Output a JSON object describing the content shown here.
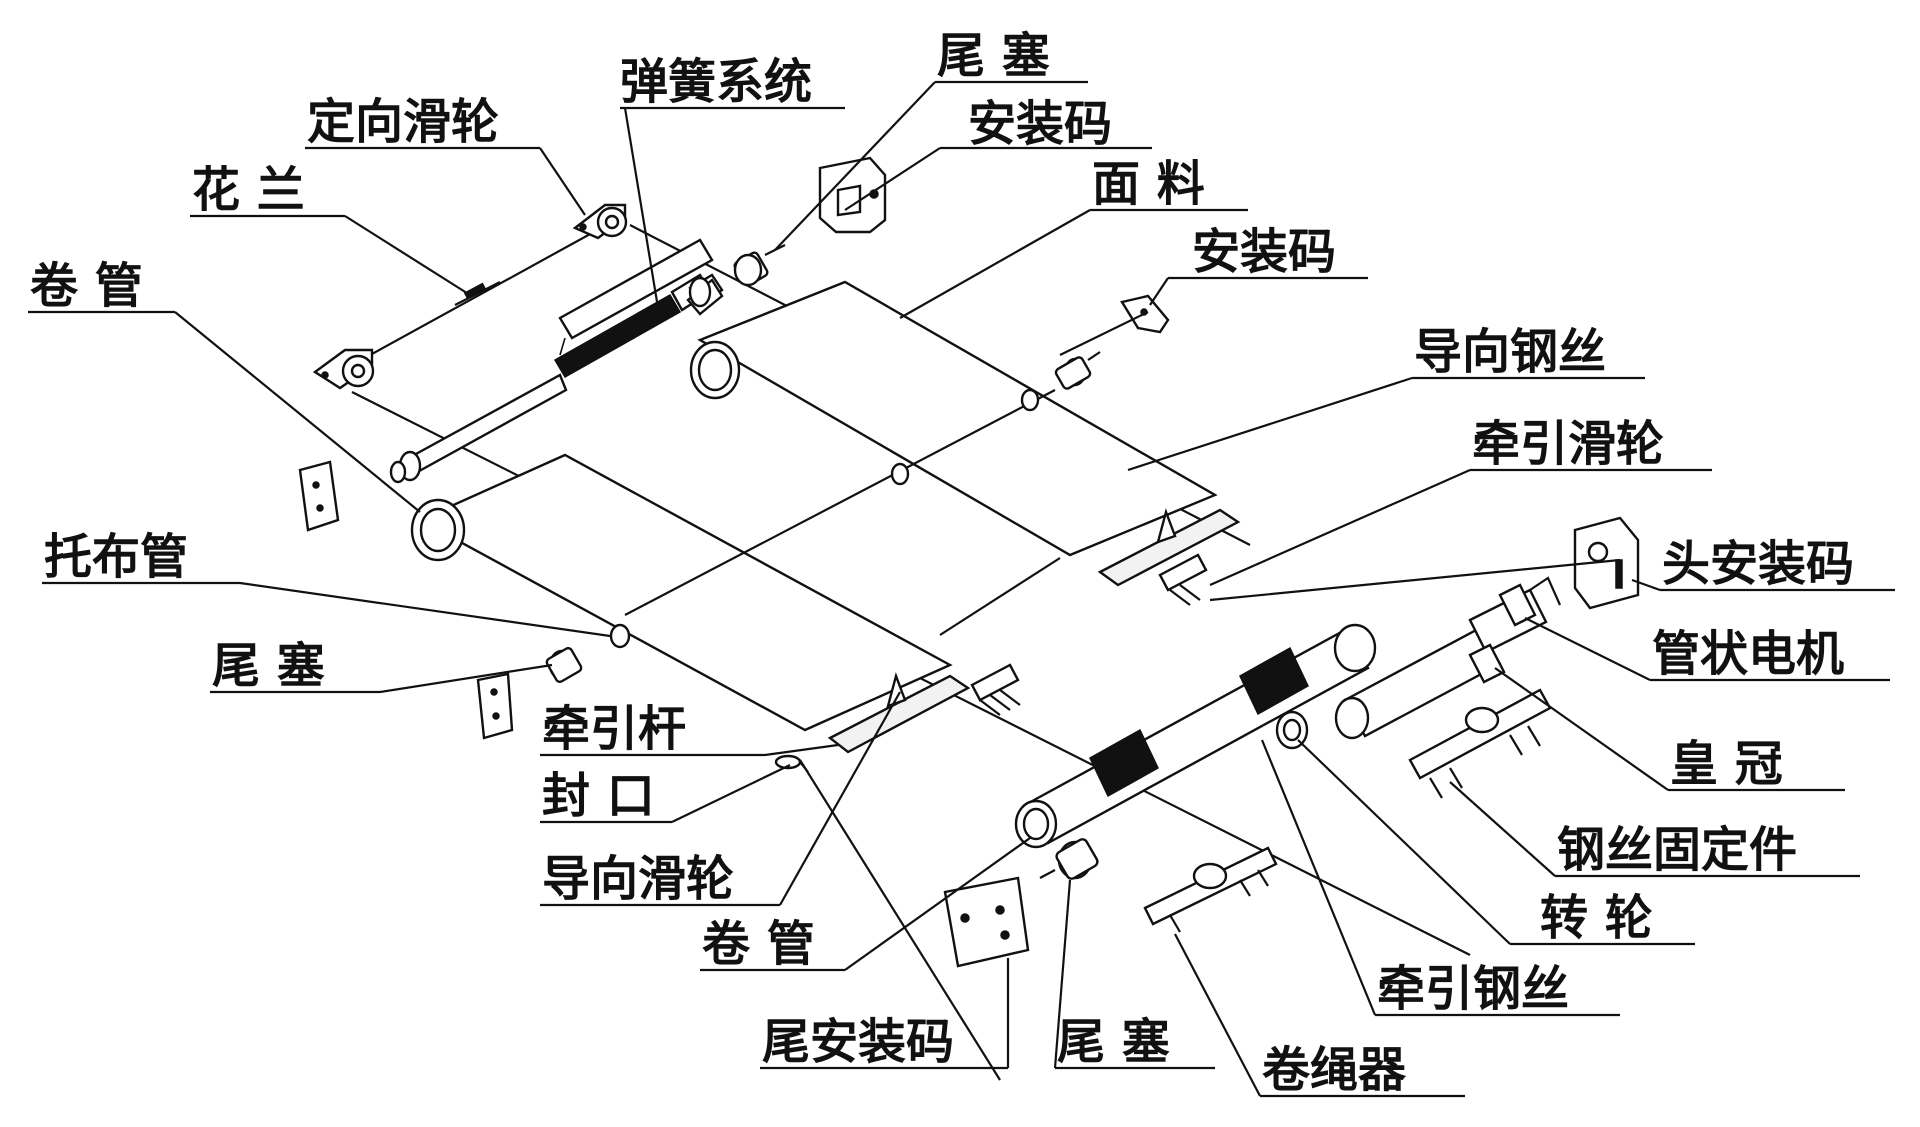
{
  "labels": {
    "tanhuang_xitong": "弹簧系统",
    "weisai_top": "尾 塞",
    "dingxiang_hualun": "定向滑轮",
    "anzhuangma_top": "安装码",
    "hualan": "花 兰",
    "mianliao": "面 料",
    "juanguan_left": "卷 管",
    "anzhuangma_right": "安装码",
    "daoxiang_gangsi": "导向钢丝",
    "qianyin_hualun": "牵引滑轮",
    "tuobuguan": "托布管",
    "tou_anzhuangma": "头安装码",
    "weisai_left": "尾 塞",
    "guanzhuang_dianji": "管状电机",
    "qianyin_gan": "牵引杆",
    "huangguan": "皇 冠",
    "fengkou": "封 口",
    "gangsi_gudingjian": "钢丝固定件",
    "daoxiang_hualun": "导向滑轮",
    "zhuanlun": "转 轮",
    "juanguan_bottom": "卷 管",
    "qianyin_gangsi": "牵引钢丝",
    "wei_anzhuangma": "尾安装码",
    "weisai_bottom": "尾 塞",
    "juanshengqi": "卷绳器"
  }
}
